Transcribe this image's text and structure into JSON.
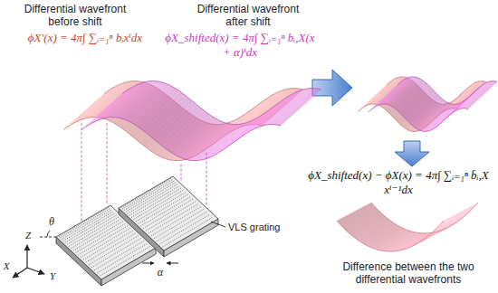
{
  "diagram": {
    "labels": [
      "Differential wavefront before shift",
      "ϕX′(x) = 4π∫ ∑ᵢ₌₁ⁿ bᵢxⁱdx",
      "Differential wavefront after shift",
      "ϕX_shifted(x) = 4π∫ ∑ᵢ₌₁ⁿ bᵢ,X(x + α)ⁱdx",
      "ϕX_shifted(x) − ϕX(x) = 4π∫ ∑ᵢ₌₁ⁿ b̄ᵢ,X xⁱ⁻¹dx",
      "θ",
      "VLS grating",
      "α",
      "Z",
      "X",
      "Y",
      "Difference between the two differential wavefronts"
    ]
  }
}
